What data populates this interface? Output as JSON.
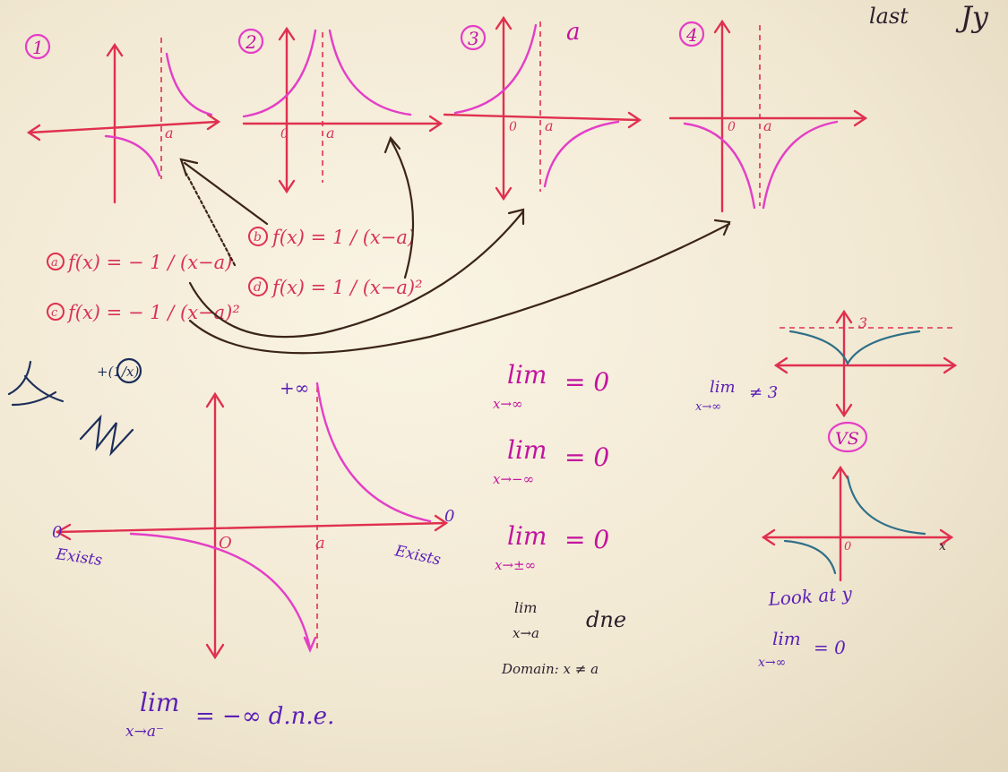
{
  "corner": {
    "top_right": "Jy",
    "top_partial": "last"
  },
  "graph_numbers": [
    "1",
    "2",
    "3",
    "4"
  ],
  "graph_labels": {
    "a": "a",
    "zero": "0",
    "g3_top_a": "a"
  },
  "functions": {
    "a": {
      "letter": "a",
      "text": "f(x) = − 1 / (x−a)"
    },
    "b": {
      "letter": "b",
      "text": "f(x) = 1 / (x−a)"
    },
    "c": {
      "letter": "c",
      "text": "f(x) = − 1 / (x−a)²"
    },
    "d": {
      "letter": "d",
      "text": "f(x) = 1 / (x−a)²"
    }
  },
  "side_notes": {
    "one_over_x": "+(1/x)"
  },
  "big_graph": {
    "top_label": "+∞",
    "zero_right": "0",
    "zero_left": "0",
    "origin_label": "O",
    "a_label": "a",
    "exists_left": "Exists",
    "exists_right": "Exists"
  },
  "limits_mid": [
    {
      "lim": "lim",
      "sub": "x→∞",
      "val": "= 0"
    },
    {
      "lim": "lim",
      "sub": "x→−∞",
      "val": "= 0"
    },
    {
      "lim": "lim",
      "sub": "x→±∞",
      "val": "= 0"
    }
  ],
  "dne": {
    "lim": "lim",
    "sub": "x→a",
    "val": "dne"
  },
  "domain": "Domain: x ≠ a",
  "bottom_limit": {
    "lim": "lim",
    "sub": "x→a⁻",
    "val": "= −∞ d.n.e."
  },
  "right_top": {
    "three": "3",
    "lim": "lim",
    "sub": "x→∞",
    "val": "≠ 3"
  },
  "vs": "VS",
  "right_bottom": {
    "x_label": "x",
    "zero": "0",
    "look": "Look at y",
    "lim": "lim",
    "sub": "x→∞",
    "val": "= 0"
  }
}
